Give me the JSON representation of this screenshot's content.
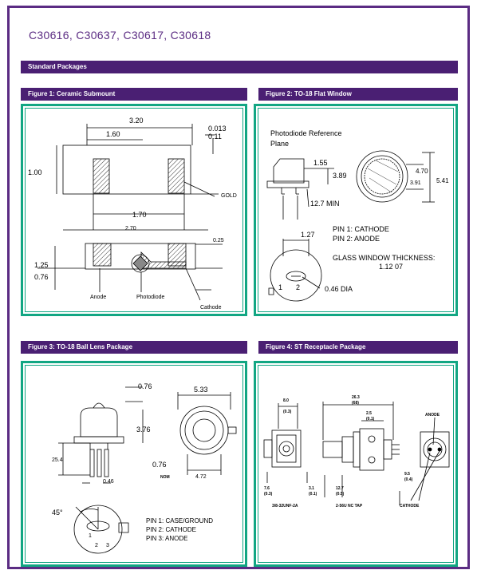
{
  "title": "C30616, C30637, C30617, C30618",
  "section_label": "Standard Packages",
  "figures": [
    {
      "label": "Figure 1:  Ceramic Submount",
      "dims": [
        "3.20",
        "1.60",
        "0.013",
        "0.11",
        "1.00",
        "GOLD",
        "1.70",
        "2.70",
        "0.25",
        "1.25",
        "0.76"
      ],
      "labels": [
        "Anode",
        "Photodiode",
        "Cathode"
      ]
    },
    {
      "label": "Figure 2: TO-18 Flat Window",
      "ref_plane": [
        "Photodiode Reference",
        "Plane"
      ],
      "dims": [
        "1.55",
        "3.89",
        "12.7 MIN",
        "4.70",
        "3.91",
        "5.41",
        "1.27",
        "0.46 DIA"
      ],
      "pins": [
        "PIN 1: CATHODE",
        "PIN 2: ANODE"
      ],
      "glass": [
        "GLASS WINDOW THICKNESS:",
        "1.12 07"
      ],
      "pin_numbers": [
        "1",
        "2"
      ]
    },
    {
      "label": "Figure 3:  TO-18 Ball Lens Package",
      "dims": [
        "0.76",
        "5.33",
        "3.76",
        "25.4",
        "0.46",
        "0.76",
        "NOM",
        "4.72",
        "45°"
      ],
      "pins": [
        "PIN 1: CASE/GROUND",
        "PIN 2: CATHODE",
        "PIN 3: ANODE"
      ],
      "pin_numbers": [
        "1",
        "2",
        "3"
      ]
    },
    {
      "label": "Figure 4:  ST Receptacle Package",
      "dims": [
        "8.0",
        "(0.3)",
        "26.3",
        "(68)",
        "2.5",
        "(0.1)",
        "9.5",
        "(0.4)",
        "12.7",
        "(0.5)",
        "7.6",
        "(0.3)",
        "3.1",
        "(0.1)"
      ],
      "labels": [
        "ANODE",
        "3/8-32UNF-2A",
        "2-56U NC TAP",
        "CATHODE"
      ]
    }
  ]
}
